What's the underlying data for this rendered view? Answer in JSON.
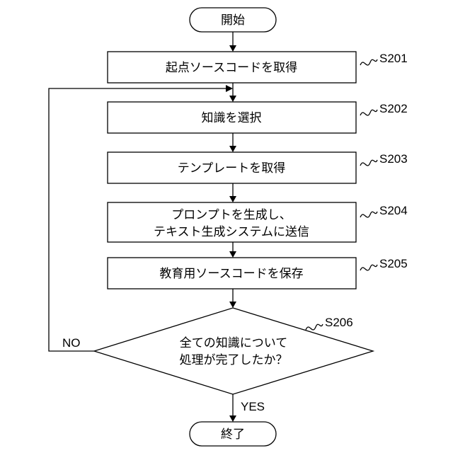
{
  "flowchart": {
    "start": "開始",
    "end": "終了",
    "steps": [
      {
        "id": "S201",
        "text": "起点ソースコードを取得"
      },
      {
        "id": "S202",
        "text": "知識を選択"
      },
      {
        "id": "S203",
        "text": "テンプレートを取得"
      },
      {
        "id": "S204",
        "lines": [
          "プロンプトを生成し、",
          "テキスト生成システムに送信"
        ]
      },
      {
        "id": "S205",
        "text": "教育用ソースコードを保存"
      }
    ],
    "decision": {
      "id": "S206",
      "lines": [
        "全ての知識について",
        "処理が完了したか？"
      ],
      "no_label": "NO",
      "yes_label": "YES"
    }
  }
}
